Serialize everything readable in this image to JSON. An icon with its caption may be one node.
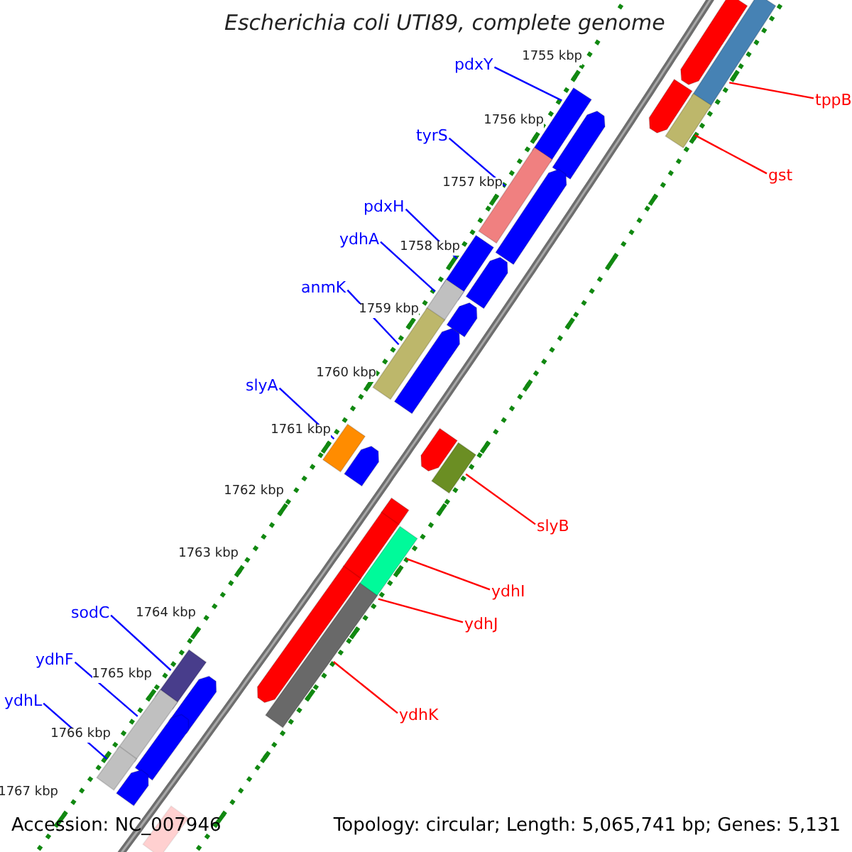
{
  "diagram": {
    "title": "Escherichia coli UTI89, complete genome",
    "nodes": [
      {
        "text": [
          "pdxY"
        ]
      },
      {
        "text": [
          "tppB"
        ]
      },
      {
        "text": [
          "tyrS"
        ]
      },
      {
        "text": [
          "gst"
        ]
      },
      {
        "text": [
          "pdxH"
        ]
      },
      {
        "text": [
          "ydhA"
        ]
      },
      {
        "text": [
          "anmK"
        ]
      },
      {
        "text": [
          "slyA"
        ]
      },
      {
        "text": [
          "slyB"
        ]
      },
      {
        "text": [
          "ydhI"
        ]
      },
      {
        "text": [
          "sodC"
        ]
      },
      {
        "text": [
          "ydhJ"
        ]
      },
      {
        "text": [
          "ydhF"
        ]
      },
      {
        "text": [
          "ydhL"
        ]
      },
      {
        "text": [
          "ydhK"
        ]
      },
      {
        "text": [],
        "shape": "arrow"
      },
      {
        "text": [],
        "shape": "bar"
      },
      {
        "text": [],
        "shape": "arrow"
      },
      {
        "text": [],
        "shape": "bar"
      },
      {
        "text": [],
        "shape": "bar"
      },
      {
        "text": [],
        "shape": "arrow"
      },
      {
        "text": [],
        "shape": "bar"
      },
      {
        "text": [],
        "shape": "arrow"
      },
      {
        "text": [],
        "shape": "bar"
      },
      {
        "text": [],
        "shape": "arrow"
      },
      {
        "text": [],
        "shape": "bar"
      },
      {
        "text": [],
        "shape": "arrow"
      },
      {
        "text": [],
        "shape": "bar"
      },
      {
        "text": [],
        "shape": "arrow"
      },
      {
        "text": [],
        "shape": "bar"
      },
      {
        "text": [],
        "shape": "arrow"
      },
      {
        "text": [],
        "shape": "arrow"
      },
      {
        "text": [],
        "shape": "bar"
      },
      {
        "text": [],
        "shape": "arrow"
      },
      {
        "text": [],
        "shape": "arrow"
      },
      {
        "text": [],
        "shape": "bar"
      },
      {
        "text": [],
        "shape": "arrow"
      },
      {
        "text": [],
        "shape": "bar"
      },
      {
        "text": [],
        "shape": "bar"
      },
      {
        "text": [],
        "shape": "arrow"
      },
      {
        "text": [],
        "shape": "bar"
      },
      {
        "text": [],
        "shape": "arrow"
      },
      {
        "text": [],
        "shape": "bar"
      },
      {
        "text": [],
        "shape": "arrow"
      },
      {
        "text": [],
        "shape": "bar"
      }
    ],
    "edges": [
      {
        "from": 0,
        "to": 18,
        "arrow": "none"
      },
      {
        "from": 1,
        "to": 16,
        "arrow": "none",
        "color": "#ff0000"
      },
      {
        "from": 2,
        "to": 21,
        "arrow": "none"
      },
      {
        "from": 3,
        "to": 19,
        "arrow": "none",
        "color": "#ff0000"
      },
      {
        "from": 4,
        "to": 23,
        "arrow": "none"
      },
      {
        "from": 5,
        "to": 25,
        "arrow": "none"
      },
      {
        "from": 6,
        "to": 27,
        "arrow": "none"
      },
      {
        "from": 7,
        "to": 29,
        "arrow": "none"
      },
      {
        "from": 8,
        "to": 32,
        "arrow": "none",
        "color": "#ff0000"
      },
      {
        "from": 9,
        "to": 35,
        "arrow": "none",
        "color": "#ff0000"
      },
      {
        "from": 10,
        "to": 38,
        "arrow": "none"
      },
      {
        "from": 11,
        "to": 35,
        "arrow": "none",
        "color": "#ff0000"
      },
      {
        "from": 12,
        "to": 40,
        "arrow": "none"
      },
      {
        "from": 13,
        "to": 42,
        "arrow": "none"
      },
      {
        "from": 14,
        "to": 37,
        "arrow": "none",
        "color": "#ff0000"
      }
    ],
    "labels": [
      "1755 kbp",
      "1756 kbp",
      "1757 kbp",
      "1758 kbp",
      "1759 kbp",
      "1760 kbp",
      "1761 kbp",
      "1762 kbp",
      "1763 kbp",
      "1764 kbp",
      "1765 kbp",
      "1766 kbp",
      "1767 kbp",
      "Accession: NC_007946",
      "Topology: circular; Length: 5,065,741 bp; Genes: 5,131"
    ]
  }
}
